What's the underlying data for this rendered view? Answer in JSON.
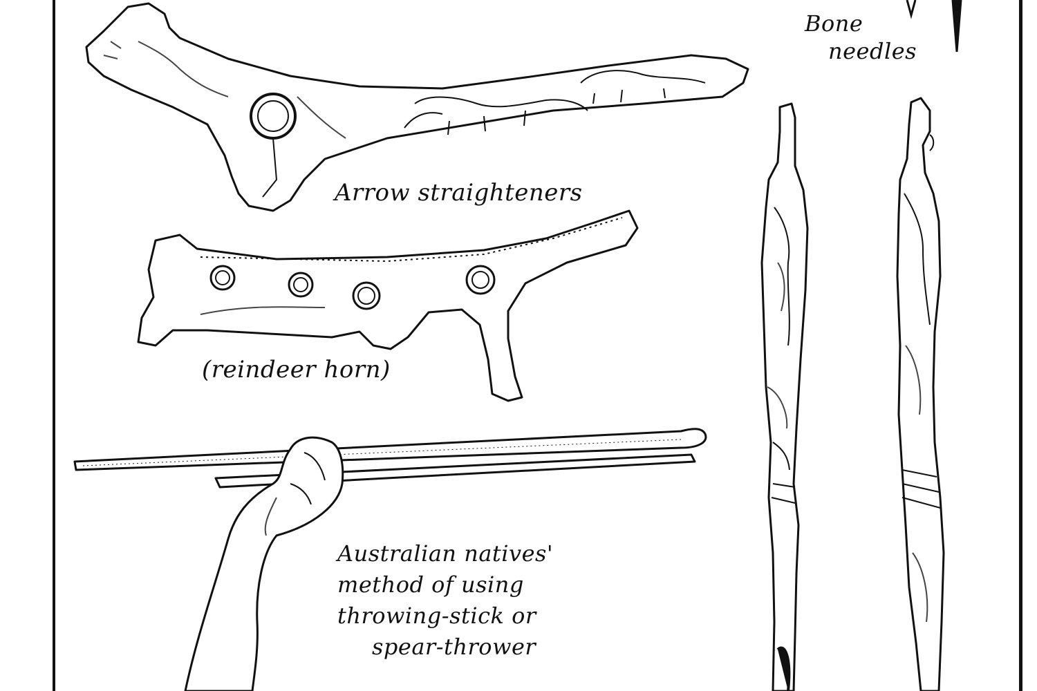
{
  "labels": {
    "bone": "Bone",
    "needles": "needles",
    "arrow_straighteners": "Arrow straighteners",
    "reindeer_horn": "(reindeer horn)",
    "australian_line1": "Australian natives'",
    "australian_line2": "method of using",
    "australian_line3": "throwing-stick or",
    "australian_line4": "spear-thrower"
  },
  "colors": {
    "ink": "#111111",
    "paper": "#ffffff",
    "shading": "#444444"
  }
}
